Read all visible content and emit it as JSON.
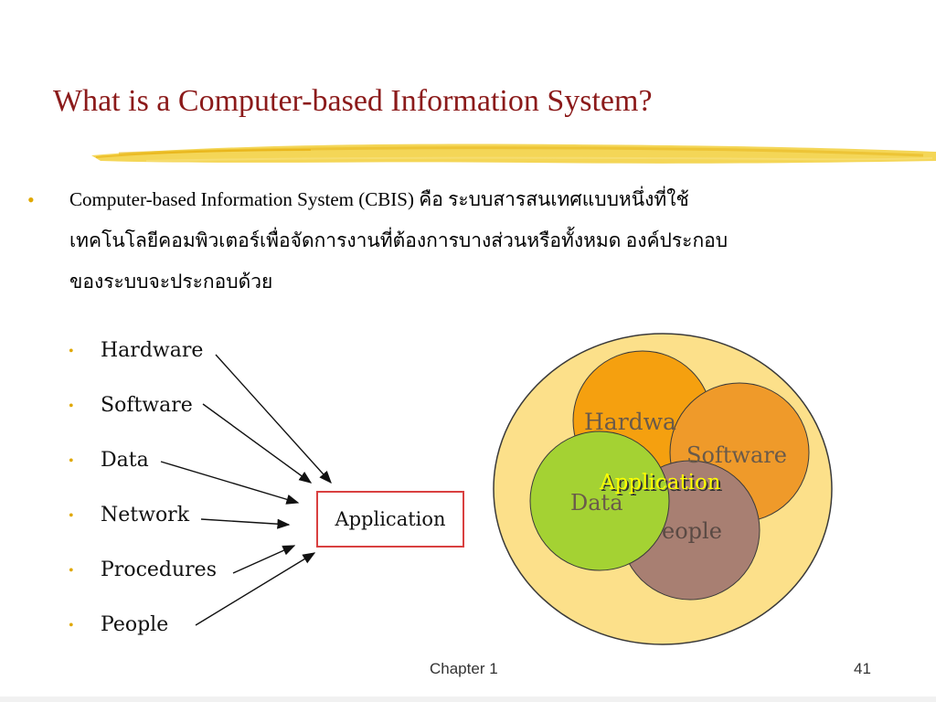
{
  "slide": {
    "title": "What is a Computer-based Information System?",
    "bullet_icon": "bullet-dot",
    "paragraph_lines": [
      "Computer-based Information System (CBIS) คือ ระบบสารสนเทศแบบหนึ่งที่ใช้",
      "เทคโนโลยีคอมพิวเตอร์เพื่อจัดการงานที่ต้องการบางส่วนหรือทั้งหมด องค์ประกอบ",
      "ของระบบจะประกอบด้วย"
    ],
    "components": [
      "Hardware",
      "Software",
      "Data",
      "Network",
      "Procedures",
      "People"
    ],
    "application_box": "Application"
  },
  "venn": {
    "hardware": "Hardwa",
    "software": "Software",
    "data": "Data",
    "people": "eople",
    "application": "Application"
  },
  "footer": {
    "chapter": "Chapter 1",
    "page": "41"
  },
  "colors": {
    "title": "#8b1a1a",
    "bullet": "#e0a800",
    "brush": "#f2cf3a",
    "outer_circle": "#fce08a",
    "hardware": "#f5a00f",
    "software": "#ef9a2a",
    "data": "#a4d233",
    "people": "#a87f72",
    "application_text": "#ffff00",
    "box_border": "#d94040"
  }
}
